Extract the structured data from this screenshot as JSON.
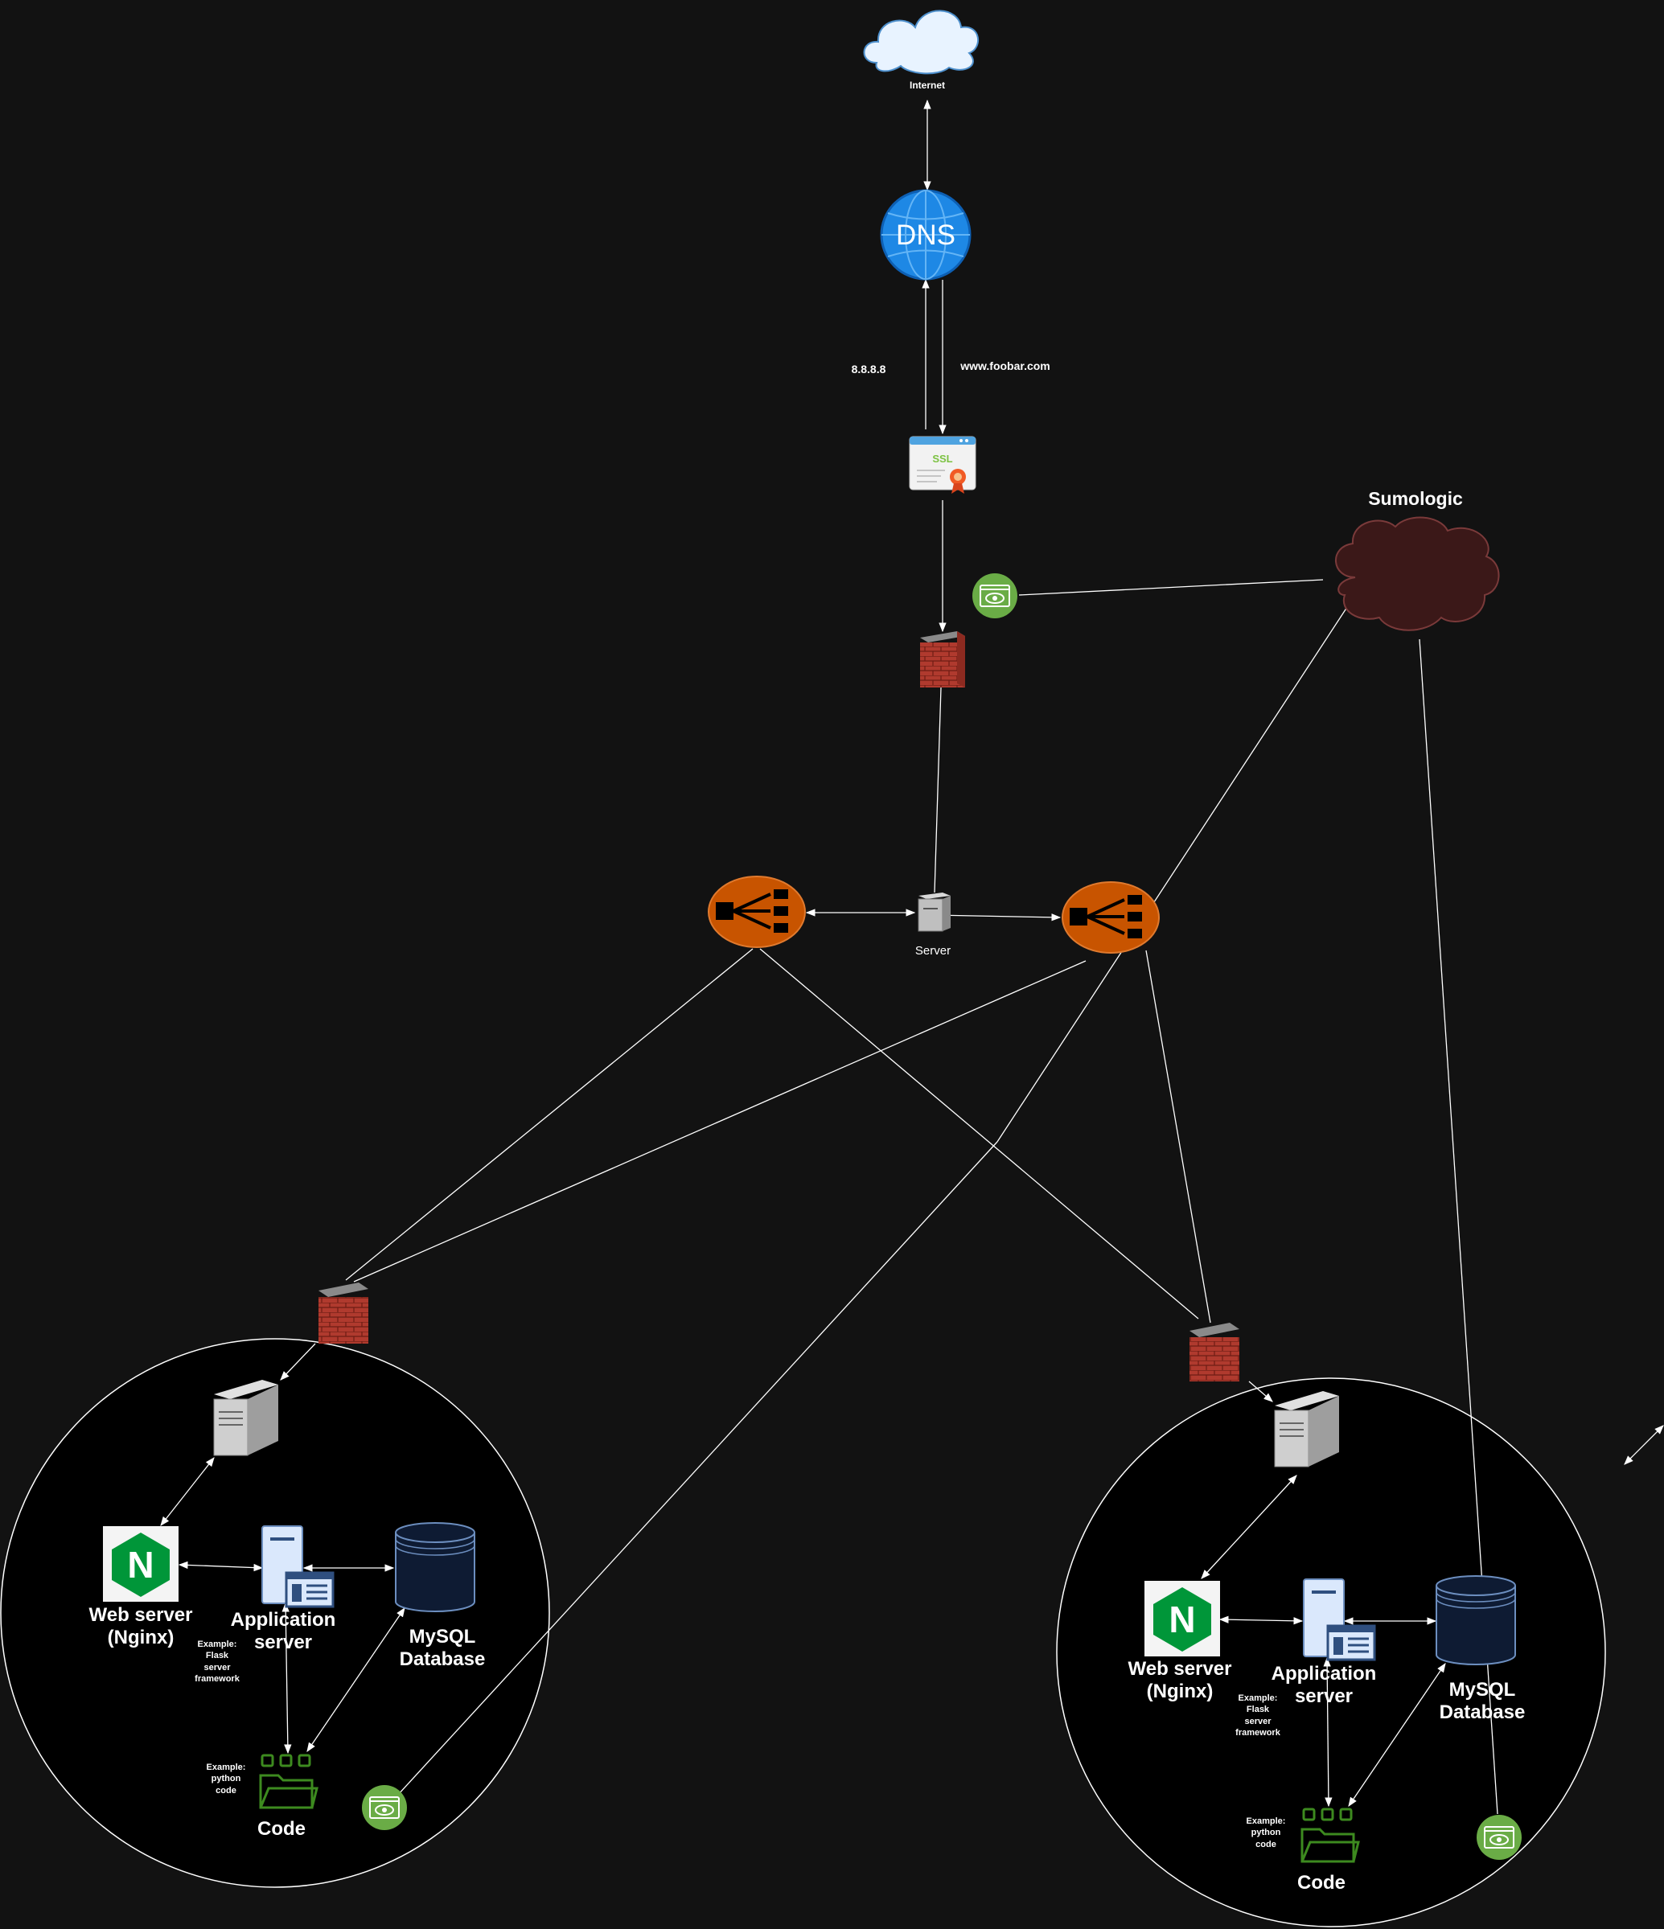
{
  "top": {
    "internet_label": "Internet",
    "dns_text": "DNS",
    "dns_query_ip": "8.8.8.8",
    "dns_query_domain": "www.foobar.com",
    "ssl_text": "SSL",
    "server_label": "Server",
    "monitoring_service_label": "Sumologic"
  },
  "left_cluster": {
    "web_server_label": "Web server\n(Nginx)",
    "app_server_label": "Application\nserver",
    "app_server_example": "Example:\nFlask\nserver\nframework",
    "database_label": "MySQL\nDatabase",
    "code_label": "Code",
    "code_example": "Example:\npython\ncode",
    "nginx_letter": "N"
  },
  "right_cluster": {
    "web_server_label": "Web server\n(Nginx)",
    "app_server_label": "Application\nserver",
    "app_server_example": "Example:\nFlask\nserver\nframework",
    "database_label": "MySQL\nDatabase",
    "code_label": "Code",
    "code_example": "Example:\npython\ncode",
    "nginx_letter": "N"
  },
  "colors": {
    "background": "#121212",
    "cluster_fill": "#000000",
    "line": "#ffffff",
    "dns_blue": "#1e88e5",
    "load_balancer_orange": "#c85400",
    "sumologic_cloud": "#3b1818",
    "firewall_red": "#b03a2e",
    "monitor_green": "#6aac46",
    "nginx_green": "#009639",
    "code_green": "#3d8a1f",
    "app_server_blue": "#dae8fc"
  },
  "icons": [
    "cloud-icon",
    "dns-globe-icon",
    "ssl-certificate-icon",
    "firewall-icon",
    "load-balancer-icon",
    "server-icon",
    "monitoring-eye-icon",
    "nginx-icon",
    "application-server-icon",
    "database-icon",
    "code-folder-icon"
  ]
}
